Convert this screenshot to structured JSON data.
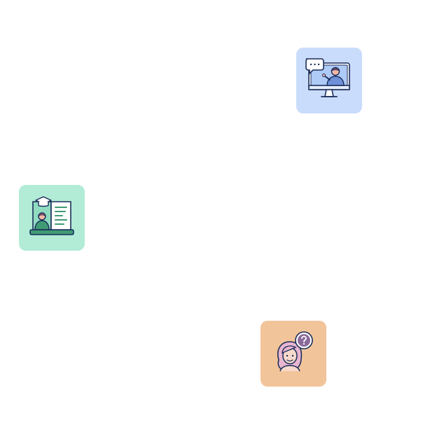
{
  "tiles": [
    {
      "id": "online-teacher",
      "icon": "online-teacher-monitor-icon",
      "background": "#c9dcfb"
    },
    {
      "id": "elearning-book",
      "icon": "elearning-graduation-book-icon",
      "background": "#b2ecd6"
    },
    {
      "id": "question-person",
      "icon": "person-question-bubble-icon",
      "background": "#f2c49a"
    }
  ],
  "colors": {
    "outline": "#1c2d5a",
    "screen_blue": "#aecbf7",
    "skin": "#f2b9a6",
    "accent_red": "#e26b6b",
    "mint": "#8fdcc0",
    "green_lines": "#3f9b74",
    "hair_pink": "#e8b6d0",
    "badge_purple": "#8a6a9c"
  }
}
